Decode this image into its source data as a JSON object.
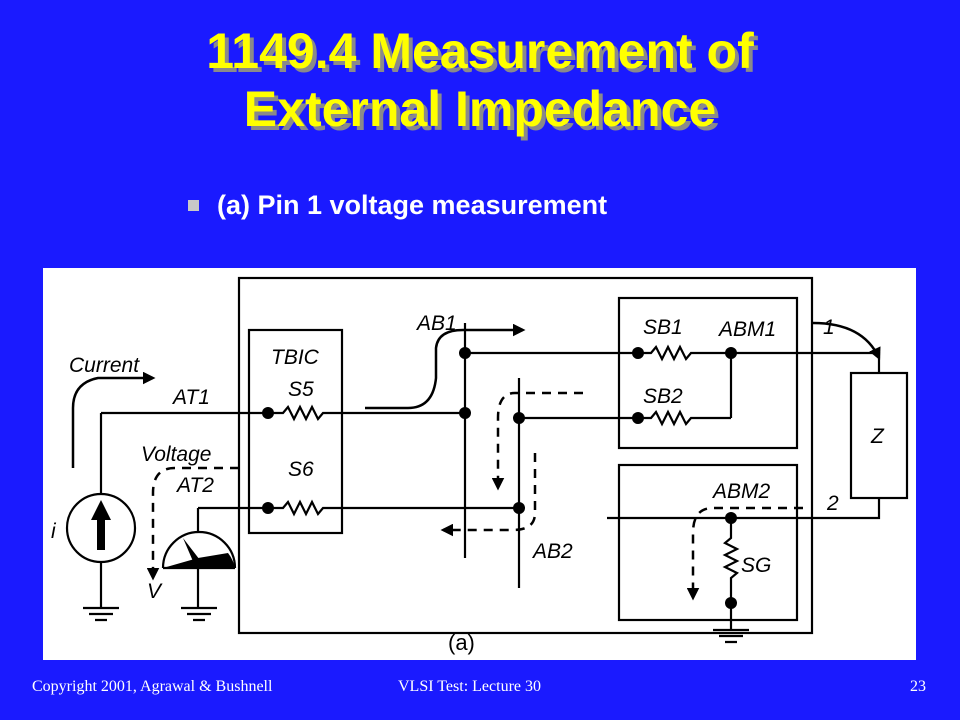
{
  "slide": {
    "title_line1": "1149.4 Measurement of",
    "title_line2": "External Impedance",
    "bullet": "(a) Pin 1 voltage measurement"
  },
  "diagram": {
    "labels": {
      "current": "Current",
      "voltage": "Voltage",
      "at1": "AT1",
      "at2": "AT2",
      "tbic": "TBIC",
      "s5": "S5",
      "s6": "S6",
      "ab1": "AB1",
      "ab2": "AB2",
      "sb1": "SB1",
      "sb2": "SB2",
      "abm1": "ABM1",
      "abm2": "ABM2",
      "sg": "SG",
      "z": "Z",
      "pin1": "1",
      "pin2": "2",
      "i": "i",
      "v": "V",
      "caption": "(a)"
    }
  },
  "footer": {
    "copyright": "Copyright 2001, Agrawal & Bushnell",
    "lecture": "VLSI Test: Lecture 30",
    "page": "23"
  },
  "colors": {
    "background": "#1a1aff",
    "title": "#ffff00",
    "title_shadow": "#8a8a8a",
    "text": "#ffffff"
  }
}
